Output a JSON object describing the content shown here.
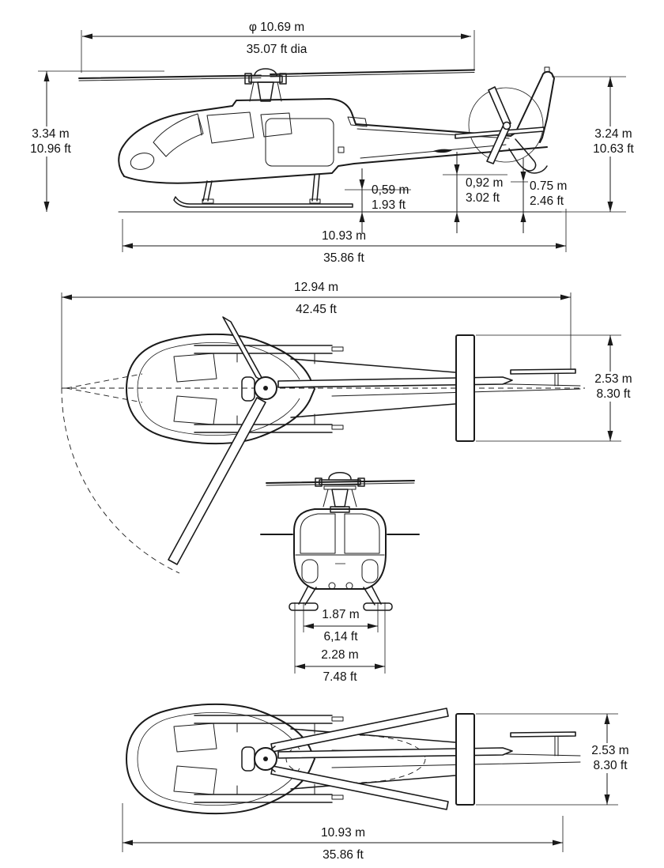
{
  "colors": {
    "ink": "#1a1a1a",
    "background": "#ffffff"
  },
  "views": {
    "side": {
      "dims": {
        "rotor_diameter": {
          "metric": "φ 10.69 m",
          "imperial": "35.07 ft dia"
        },
        "overall_height": {
          "metric": "3.34 m",
          "imperial": "10.96 ft"
        },
        "tail_height": {
          "metric": "3.24 m",
          "imperial": "10.63 ft"
        },
        "clearance_fuselage": {
          "metric": "0,59 m",
          "imperial": "1.93 ft"
        },
        "clearance_boom": {
          "metric": "0,92 m",
          "imperial": "3.02 ft"
        },
        "clearance_tail": {
          "metric": "0.75 m",
          "imperial": "2.46 ft"
        },
        "fuselage_length": {
          "metric": "10.93 m",
          "imperial": "35.86 ft"
        }
      }
    },
    "top": {
      "dims": {
        "overall_length": {
          "metric": "12.94 m",
          "imperial": "42.45 ft"
        },
        "stabilizer_span": {
          "metric": "2.53 m",
          "imperial": "8.30 ft"
        }
      }
    },
    "front": {
      "dims": {
        "skid_track": {
          "metric": "1.87 m",
          "imperial": "6,14 ft"
        },
        "overall_width": {
          "metric": "2.28 m",
          "imperial": "7.48 ft"
        }
      }
    },
    "bottom": {
      "dims": {
        "stabilizer_span": {
          "metric": "2.53 m",
          "imperial": "8.30 ft"
        },
        "fuselage_length": {
          "metric": "10.93 m",
          "imperial": "35.86 ft"
        }
      }
    }
  }
}
